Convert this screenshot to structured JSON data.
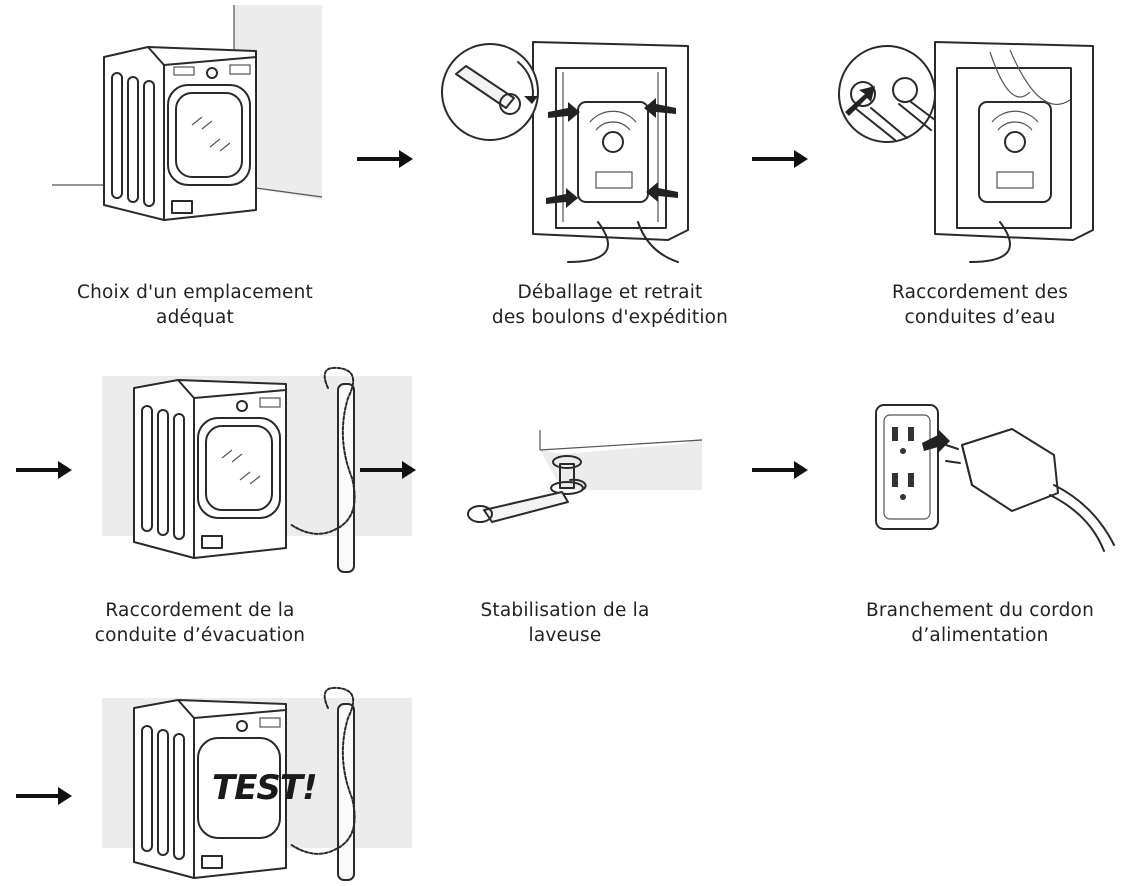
{
  "steps": [
    {
      "line1": "Choix d'un emplacement",
      "line2": "adéquat"
    },
    {
      "line1": "Déballage et retrait",
      "line2": "des boulons d'expédition"
    },
    {
      "line1": "Raccordement des",
      "line2": "conduites d’eau"
    },
    {
      "line1": "Raccordement de la",
      "line2": "conduite d’évacuation"
    },
    {
      "line1": "Stabilisation de la",
      "line2": "laveuse"
    },
    {
      "line1": "Branchement du cordon",
      "line2": "d’alimentation"
    }
  ],
  "test_label": "TEST!",
  "icons": [
    "washer-in-corner",
    "wrench-removing-bolts",
    "water-hose-connection",
    "drain-hose-connection",
    "leveling-wrench",
    "power-plug-outlet",
    "test-run-washer",
    "right-arrow"
  ]
}
